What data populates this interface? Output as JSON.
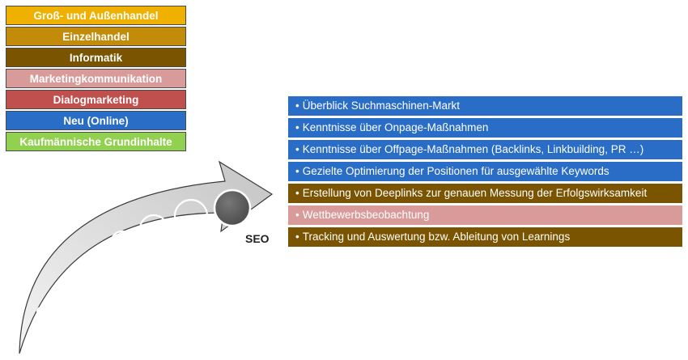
{
  "legend": {
    "items": [
      {
        "label": "Groß- und Außenhandel",
        "color": "#F0B000"
      },
      {
        "label": "Einzelhandel",
        "color": "#C28B09"
      },
      {
        "label": "Informatik",
        "color": "#7A5400"
      },
      {
        "label": "Marketingkommunikation",
        "color": "#D99A9A"
      },
      {
        "label": "Dialogmarketing",
        "color": "#C0504D"
      },
      {
        "label": "Neu (Online)",
        "color": "#2A6DC6"
      },
      {
        "label": "Kaufmännische Grundinhalte",
        "color": "#92D050"
      }
    ]
  },
  "arrow_label": "SEO",
  "tasks": [
    {
      "text": "Überblick Suchmaschinen-Markt",
      "color": "#2A6DC6"
    },
    {
      "text": "Kenntnisse über Onpage-Maßnahmen",
      "color": "#2A6DC6"
    },
    {
      "text": "Kenntnisse über Offpage-Maßnahmen (Backlinks, Linkbuilding, PR …)",
      "color": "#2A6DC6"
    },
    {
      "text": "Gezielte Optimierung der Positionen für ausgewählte Keywords",
      "color": "#2A6DC6"
    },
    {
      "text": "Erstellung von Deeplinks zur genauen Messung der Erfolgswirksamkeit",
      "color": "#7A5400"
    },
    {
      "text": "Wettbewerbsbeobachtung",
      "color": "#D99A9A"
    },
    {
      "text": "Tracking und Auswertung bzw. Ableitung von Learnings",
      "color": "#7A5400"
    }
  ]
}
